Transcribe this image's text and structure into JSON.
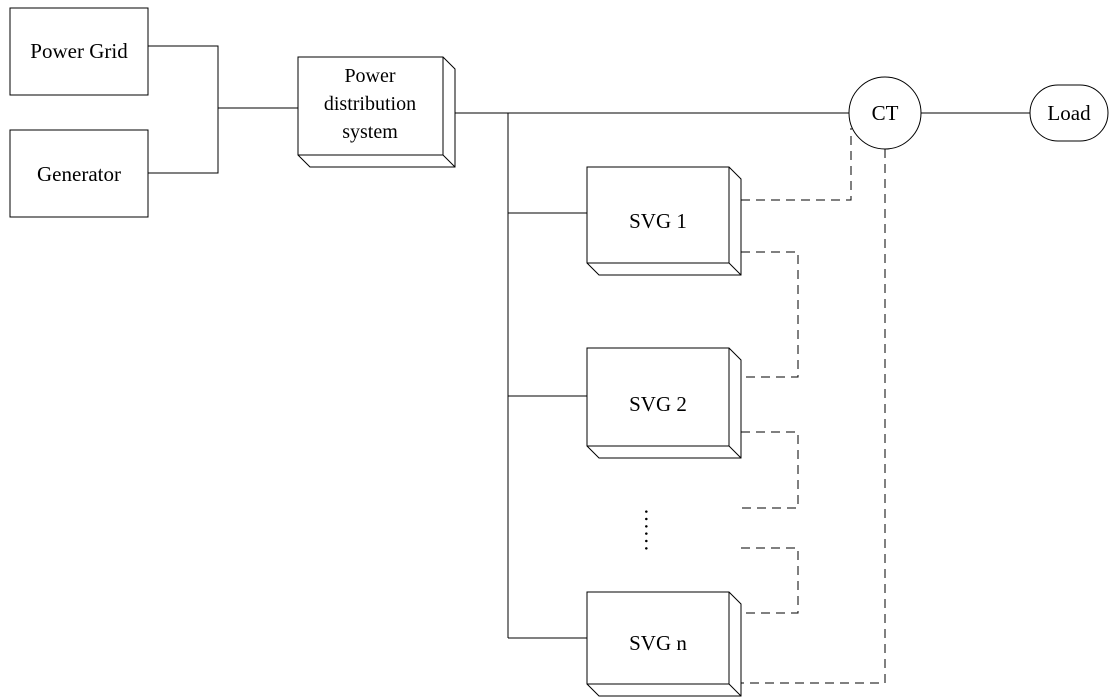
{
  "diagram": {
    "nodes": {
      "power_grid": "Power Grid",
      "generator": "Generator",
      "power_distribution": [
        "Power",
        "distribution",
        "system"
      ],
      "ct": "CT",
      "load": "Load",
      "svg1": "SVG 1",
      "svg2": "SVG 2",
      "svgn": "SVG n",
      "ellipsis": "……"
    }
  }
}
